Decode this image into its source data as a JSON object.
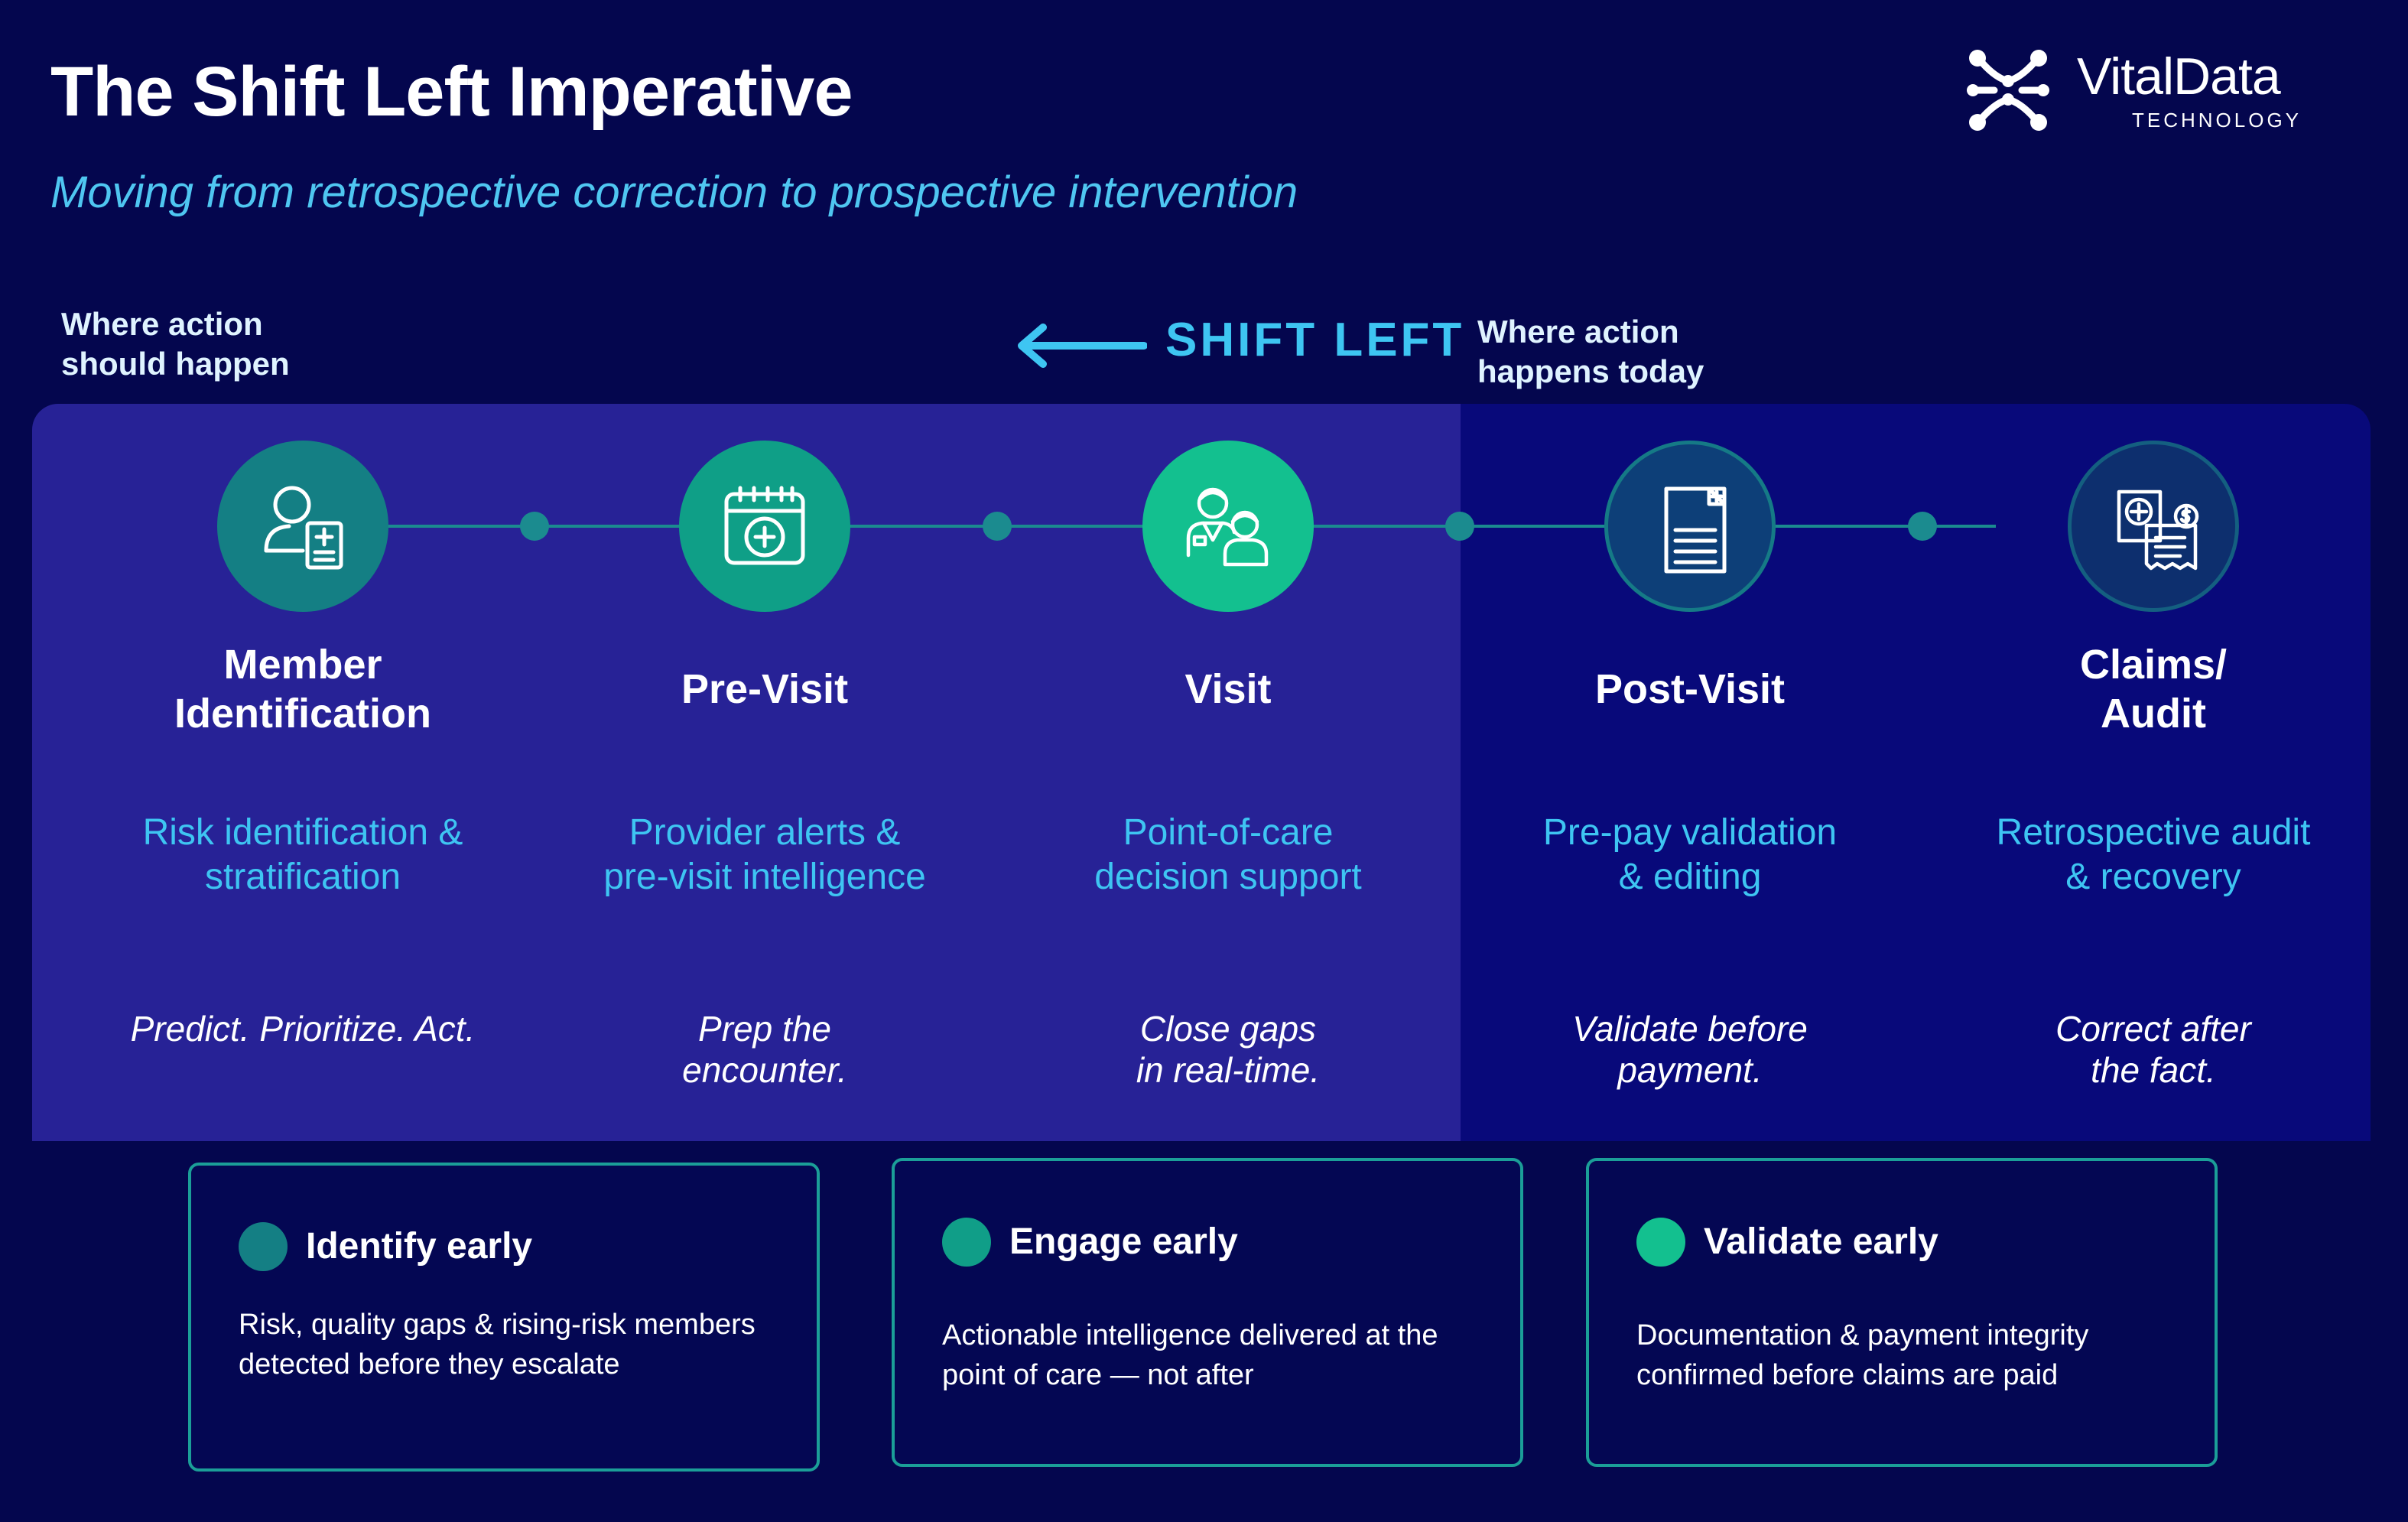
{
  "header": {
    "title": "The Shift Left Imperative",
    "subtitle": "Moving from retrospective correction to prospective intervention"
  },
  "logo": {
    "word": "VitalData",
    "sub": "TECHNOLOGY",
    "icon": "network-x-icon"
  },
  "shift": {
    "left_label_line1": "Where action",
    "left_label_line2": "should happen",
    "right_label_line1": "Where action",
    "right_label_line2": "happens today",
    "arrow_text": "SHIFT LEFT",
    "arrow_icon": "arrow-left-icon"
  },
  "colors": {
    "background": "#04064e",
    "panel_left": "#272296",
    "panel_right": "#08097a",
    "accent_cyan": "#3ec5f2",
    "teal": "#1b8b8f",
    "green": "#13c08f"
  },
  "stages": [
    {
      "name_line1": "Member",
      "name_line2": "Identification",
      "desc_line1": "Risk identification &",
      "desc_line2": "stratification",
      "tagline_line1": "Predict. Prioritize. Act.",
      "tagline_line2": "",
      "icon": "member-id-icon",
      "circle_color": "#147f84"
    },
    {
      "name_line1": "Pre-Visit",
      "name_line2": "",
      "desc_line1": "Provider alerts &",
      "desc_line2": "pre-visit intelligence",
      "tagline_line1": "Prep the",
      "tagline_line2": "encounter.",
      "icon": "calendar-plus-icon",
      "circle_color": "#0f9f87"
    },
    {
      "name_line1": "Visit",
      "name_line2": "",
      "desc_line1": "Point-of-care",
      "desc_line2": "decision support",
      "tagline_line1": "Close gaps",
      "tagline_line2": "in real-time.",
      "icon": "doctor-patient-icon",
      "circle_color": "#13c08f"
    },
    {
      "name_line1": "Post-Visit",
      "name_line2": "",
      "desc_line1": "Pre-pay validation",
      "desc_line2": "& editing",
      "tagline_line1": "Validate before",
      "tagline_line2": "payment.",
      "icon": "document-icon",
      "circle_color": "#0d3f78"
    },
    {
      "name_line1": "Claims/",
      "name_line2": "Audit",
      "desc_line1": "Retrospective audit",
      "desc_line2": "& recovery",
      "tagline_line1": "Correct after",
      "tagline_line2": "the fact.",
      "icon": "claim-receipt-icon",
      "circle_color": "#0d2f6e"
    }
  ],
  "cards": [
    {
      "title": "Identify early",
      "body": "Risk, quality gaps & rising-risk members detected before they escalate",
      "dot_color": "#147f84"
    },
    {
      "title": "Engage early",
      "body": "Actionable intelligence delivered at the point of care — not after",
      "dot_color": "#109e88"
    },
    {
      "title": "Validate early",
      "body": "Documentation & payment integrity confirmed before claims are paid",
      "dot_color": "#13c08f"
    }
  ]
}
